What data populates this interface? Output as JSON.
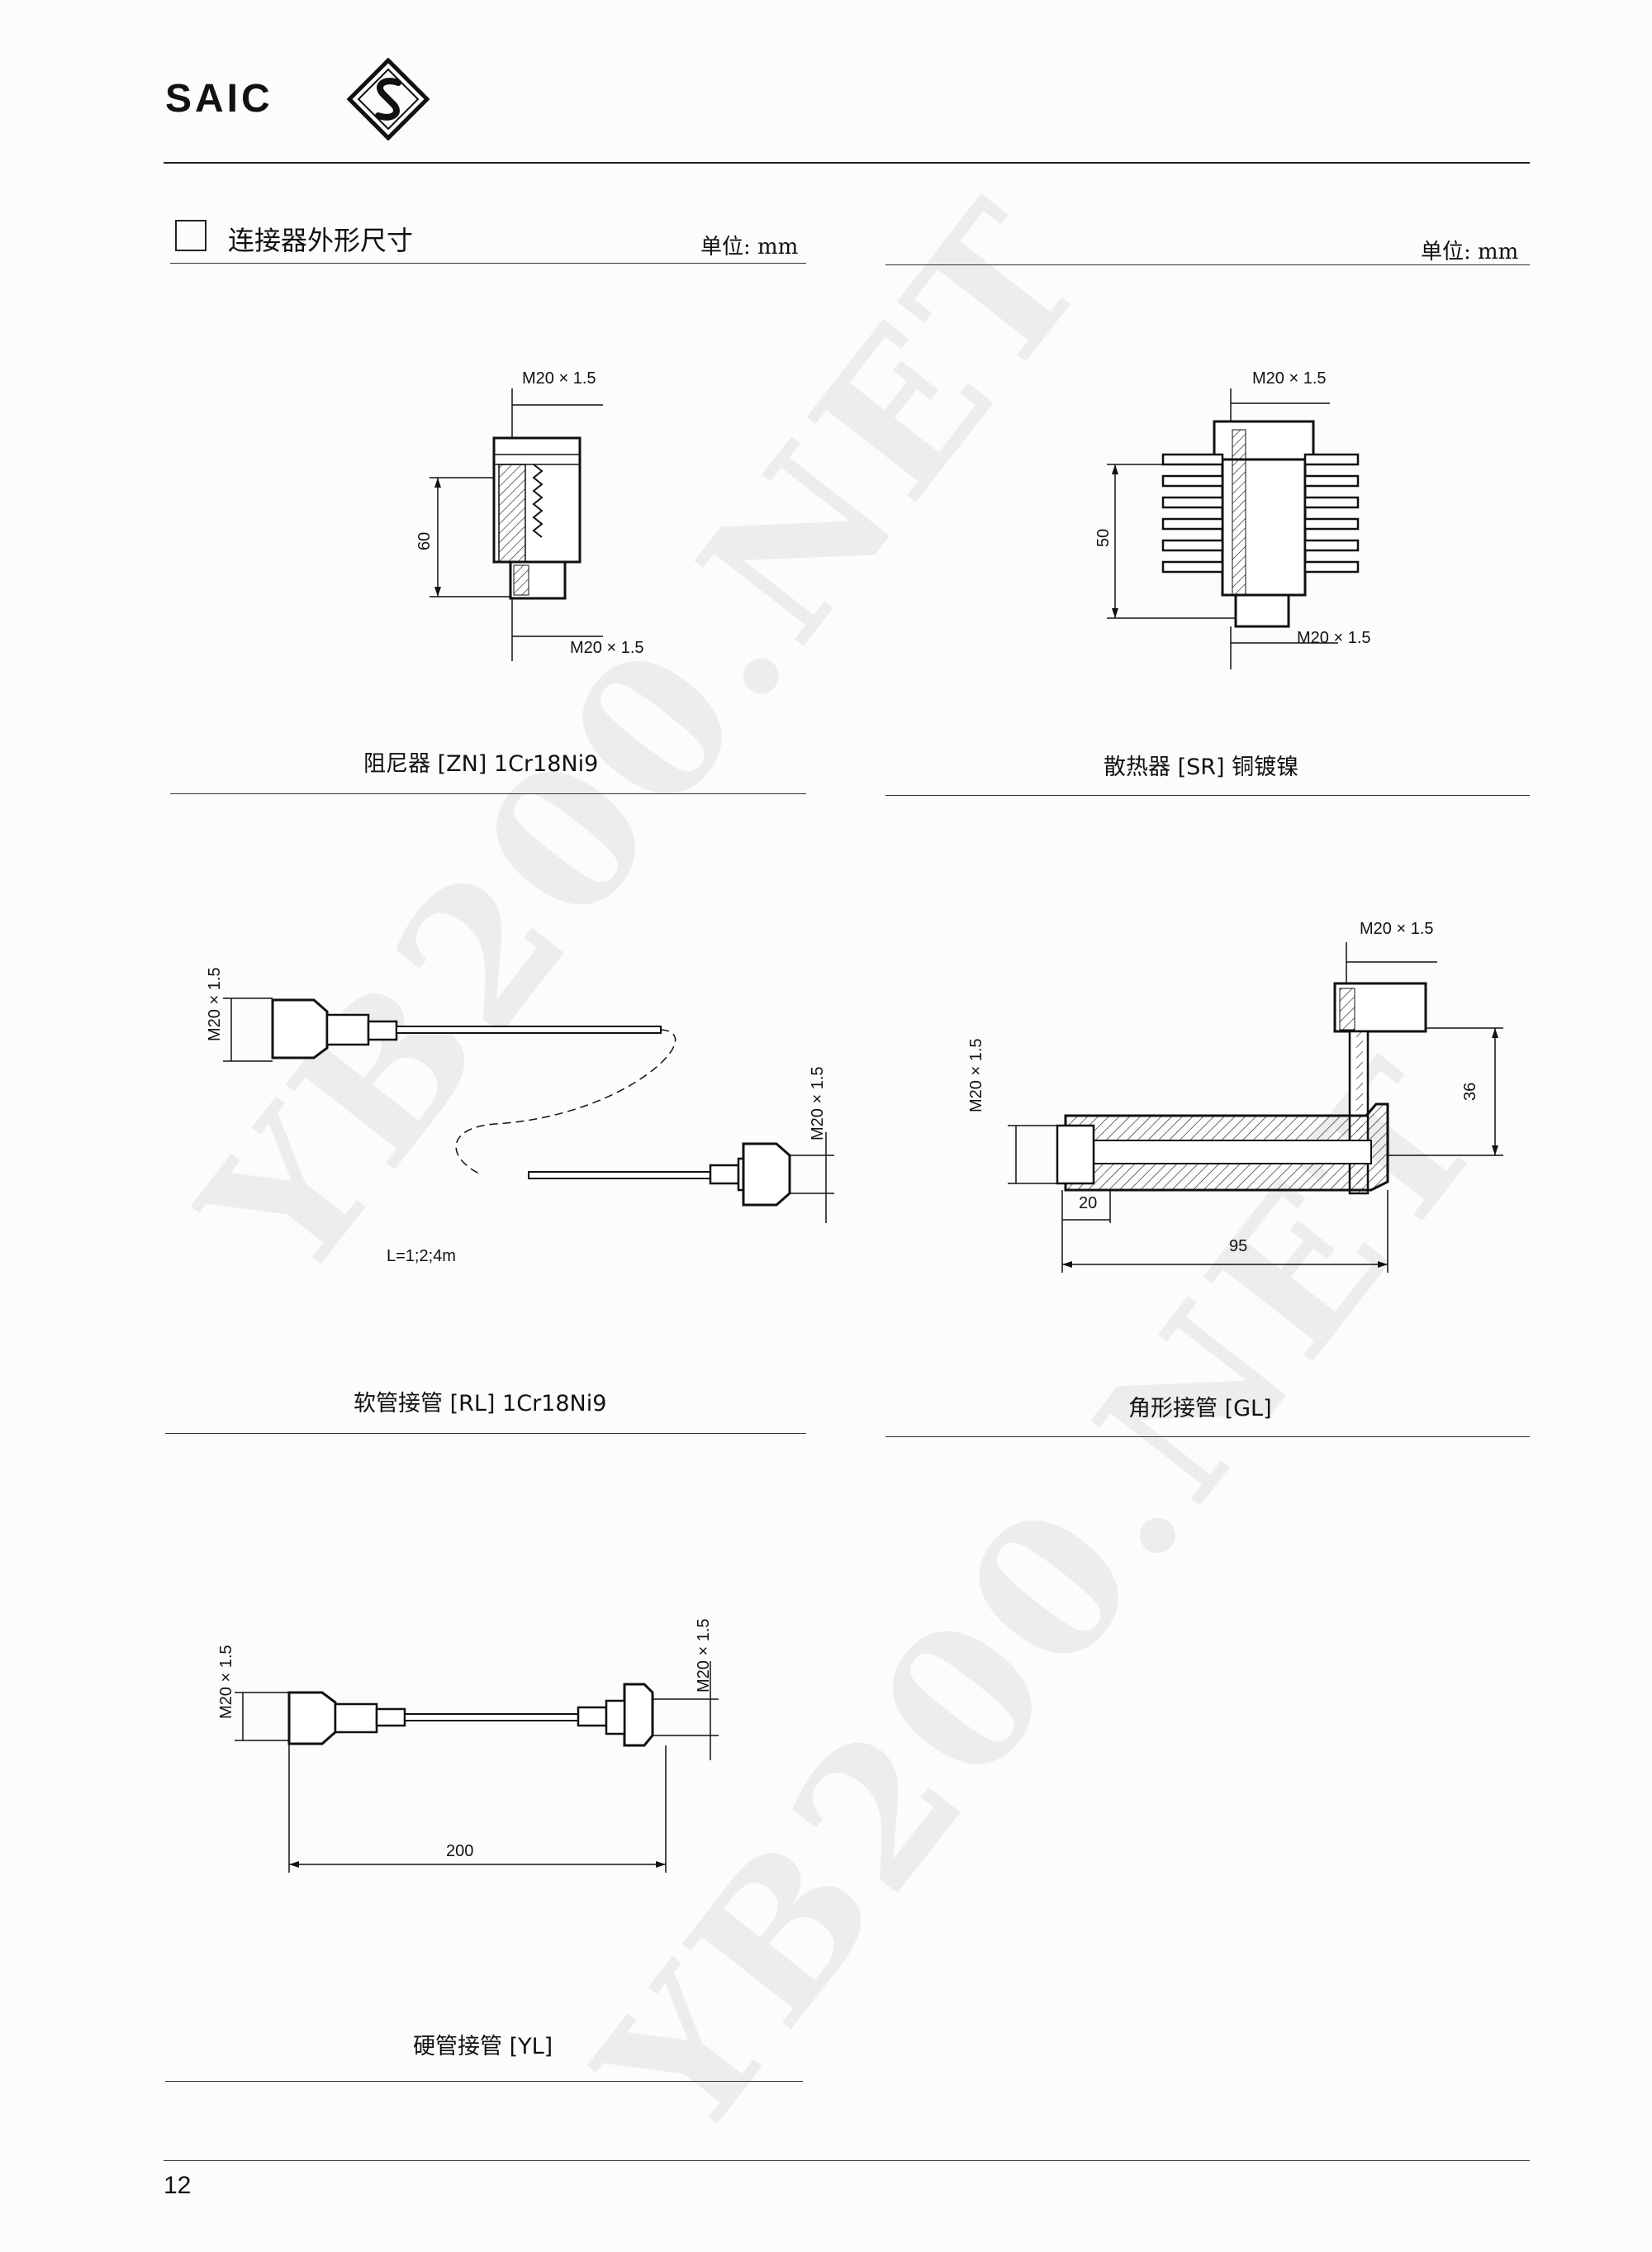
{
  "header": {
    "logo_text": "SAIC",
    "logo_icon": "saic-diamond-s-logo"
  },
  "section": {
    "title": "连接器外形尺寸",
    "unit_left": "单位: mm",
    "unit_right": "单位: mm"
  },
  "figures": {
    "zn": {
      "caption": "阻尼器 [ZN]     1Cr18Ni9",
      "dim_top": "M20 × 1.5",
      "dim_bottom": "M20 × 1.5",
      "dim_height": "60"
    },
    "sr": {
      "caption": "散热器   [SR]   铜镀镍",
      "dim_top": "M20 × 1.5",
      "dim_bottom": "M20 × 1.5",
      "dim_height": "50"
    },
    "rl": {
      "caption": "软管接管     [RL]  1Cr18Ni9",
      "dim_left": "M20 × 1.5",
      "dim_right": "M20 × 1.5",
      "length_note": "L=1;2;4m"
    },
    "gl": {
      "caption": "角形接管     [GL]",
      "dim_top": "M20 × 1.5",
      "dim_left": "M20 × 1.5",
      "dim_height": "36",
      "dim_short": "20",
      "dim_length": "95"
    },
    "yl": {
      "caption": "硬管接管     [YL]",
      "dim_left": "M20 × 1.5",
      "dim_right": "M20 × 1.5",
      "dim_length": "200"
    }
  },
  "watermark": "YB200.NET",
  "page_number": "12"
}
